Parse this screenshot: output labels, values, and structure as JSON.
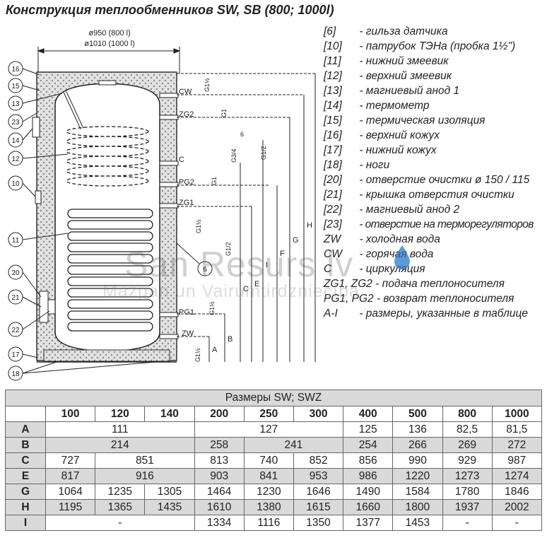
{
  "title": "Конструкция теплообменников SW, SB (800; 1000l)",
  "diagram": {
    "dim_top_1": "ø950 (800 l)",
    "dim_top_2": "ø1010 (1000 l)",
    "callouts": [
      "16",
      "15",
      "13",
      "23",
      "14",
      "12",
      "10",
      "11",
      "20",
      "21",
      "22",
      "17",
      "18",
      "6"
    ],
    "ports": [
      "CW",
      "ZG2",
      "C",
      "PG2",
      "ZG1",
      "PG1",
      "ZW"
    ],
    "thread_labels": [
      "G1½",
      "G1",
      "6",
      "G1/2",
      "G3/4",
      "G1",
      "G1½",
      "G1/2",
      "G1½",
      "G1½"
    ],
    "dim_letters": [
      "A",
      "B",
      "C",
      "E",
      "F",
      "G",
      "H",
      "I"
    ]
  },
  "legend": [
    {
      "code": "[6]",
      "text": "-  гильза датчика"
    },
    {
      "code": "[10]",
      "text": "-  патрубок ТЭНа (пробка 1½\")"
    },
    {
      "code": "[11]",
      "text": "-  нижний змеевик"
    },
    {
      "code": "[12]",
      "text": "-  верхний змеевик"
    },
    {
      "code": "[13]",
      "text": "-  магниевый анод 1"
    },
    {
      "code": "[14]",
      "text": "-  термометр"
    },
    {
      "code": "[15]",
      "text": "-  термическая изоляция"
    },
    {
      "code": "[16]",
      "text": "-  верхний кожух"
    },
    {
      "code": "[17]",
      "text": "-  нижний кожух"
    },
    {
      "code": "[18]",
      "text": "-  ноги"
    },
    {
      "code": "[20]",
      "text": "-  отверстие очистки ø 150 / 115"
    },
    {
      "code": "[21]",
      "text": "-  крышка отверстия очистки"
    },
    {
      "code": "[22]",
      "text": "-  магниевый анод 2"
    },
    {
      "code": "[23]",
      "text": "-  отверстие на терморегуляторов"
    },
    {
      "code": "ZW",
      "text": "-  холодная вода"
    },
    {
      "code": "CW",
      "text": "-  горячая вода"
    },
    {
      "code": "C",
      "text": "-  циркуляция"
    },
    {
      "code": "ZG1, ZG2",
      "text": "- подача теплоносителя"
    },
    {
      "code": "PG1, PG2",
      "text": "- возврат теплоносителя"
    },
    {
      "code": "A-I",
      "text": "-  размеры, указанные в таблице"
    }
  ],
  "watermark": {
    "line1": "San Resurs lv",
    "line2": "Mazgan un Vairumtirdzniecība"
  },
  "table": {
    "caption": "Размеры SW; SWZ",
    "columns": [
      "100",
      "120",
      "140",
      "200",
      "250",
      "300",
      "400",
      "500",
      "800",
      "1000"
    ],
    "rows": [
      {
        "label": "A",
        "cells": [
          {
            "v": "111",
            "span": 3
          },
          {
            "v": "127",
            "span": 3
          },
          {
            "v": "125",
            "span": 1
          },
          {
            "v": "136",
            "span": 1
          },
          {
            "v": "82,5",
            "span": 1
          },
          {
            "v": "81,5",
            "span": 1
          }
        ]
      },
      {
        "label": "B",
        "cells": [
          {
            "v": "214",
            "span": 3
          },
          {
            "v": "258",
            "span": 1
          },
          {
            "v": "241",
            "span": 2
          },
          {
            "v": "254",
            "span": 1
          },
          {
            "v": "266",
            "span": 1
          },
          {
            "v": "269",
            "span": 1
          },
          {
            "v": "272",
            "span": 1
          }
        ]
      },
      {
        "label": "C",
        "cells": [
          {
            "v": "727",
            "span": 1
          },
          {
            "v": "851",
            "span": 2
          },
          {
            "v": "813",
            "span": 1
          },
          {
            "v": "740",
            "span": 1
          },
          {
            "v": "852",
            "span": 1
          },
          {
            "v": "856",
            "span": 1
          },
          {
            "v": "990",
            "span": 1
          },
          {
            "v": "929",
            "span": 1
          },
          {
            "v": "987",
            "span": 1
          }
        ]
      },
      {
        "label": "E",
        "cells": [
          {
            "v": "817",
            "span": 1
          },
          {
            "v": "916",
            "span": 2
          },
          {
            "v": "903",
            "span": 1
          },
          {
            "v": "841",
            "span": 1
          },
          {
            "v": "953",
            "span": 1
          },
          {
            "v": "986",
            "span": 1
          },
          {
            "v": "1220",
            "span": 1
          },
          {
            "v": "1273",
            "span": 1
          },
          {
            "v": "1274",
            "span": 1
          }
        ]
      },
      {
        "label": "G",
        "cells": [
          {
            "v": "1064",
            "span": 1
          },
          {
            "v": "1235",
            "span": 1
          },
          {
            "v": "1305",
            "span": 1
          },
          {
            "v": "1464",
            "span": 1
          },
          {
            "v": "1230",
            "span": 1
          },
          {
            "v": "1646",
            "span": 1
          },
          {
            "v": "1490",
            "span": 1
          },
          {
            "v": "1584",
            "span": 1
          },
          {
            "v": "1780",
            "span": 1
          },
          {
            "v": "1846",
            "span": 1
          }
        ]
      },
      {
        "label": "H",
        "cells": [
          {
            "v": "1195",
            "span": 1
          },
          {
            "v": "1365",
            "span": 1
          },
          {
            "v": "1435",
            "span": 1
          },
          {
            "v": "1610",
            "span": 1
          },
          {
            "v": "1380",
            "span": 1
          },
          {
            "v": "1615",
            "span": 1
          },
          {
            "v": "1660",
            "span": 1
          },
          {
            "v": "1800",
            "span": 1
          },
          {
            "v": "1937",
            "span": 1
          },
          {
            "v": "2002",
            "span": 1
          }
        ]
      },
      {
        "label": "I",
        "cells": [
          {
            "v": "-",
            "span": 3
          },
          {
            "v": "1334",
            "span": 1
          },
          {
            "v": "1116",
            "span": 1
          },
          {
            "v": "1350",
            "span": 1
          },
          {
            "v": "1377",
            "span": 1
          },
          {
            "v": "1453",
            "span": 1
          },
          {
            "v": "-",
            "span": 1
          },
          {
            "v": "-",
            "span": 1
          }
        ]
      }
    ]
  }
}
